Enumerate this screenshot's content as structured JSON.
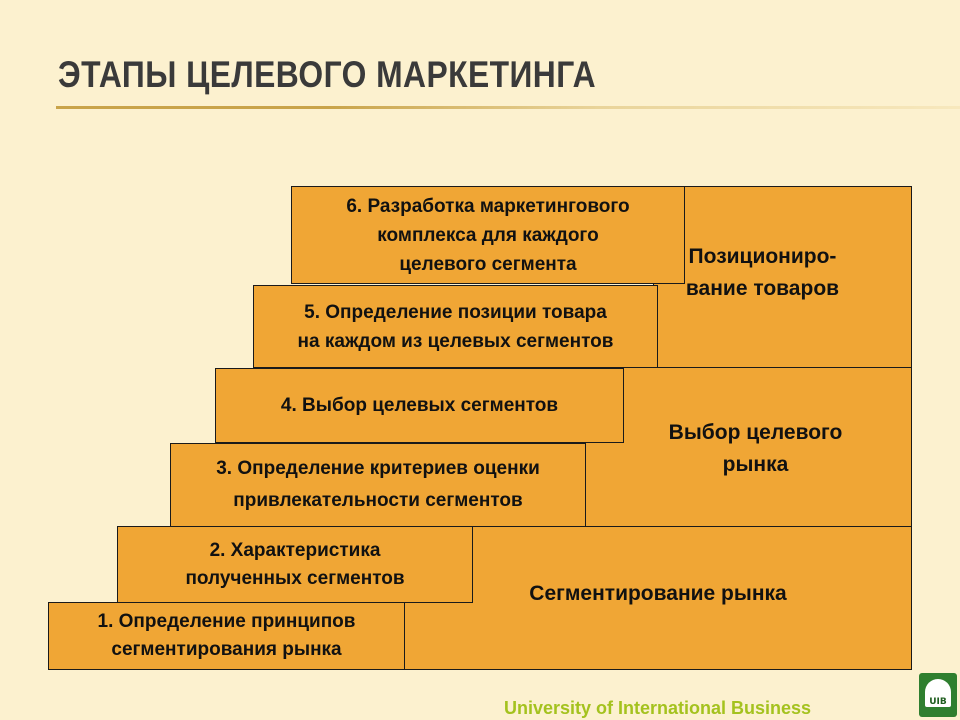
{
  "title": "ЭТАПЫ ЦЕЛЕВОГО МАРКЕТИНГА",
  "groups": {
    "positioning": "Позициониро-\nвание товаров",
    "targeting": "Выбор целевого\nрынка",
    "segmentation": "Сегментирование рынка"
  },
  "steps": {
    "s1": "1. Определение принципов\nсегментирования рынка",
    "s2": "2. Характеристика\nполученных сегментов",
    "s3": "3. Определение критериев оценки\nпривлекательности сегментов",
    "s4": "4. Выбор целевых сегментов",
    "s5": "5. Определение позиции товара\nна каждом из целевых сегментов",
    "s6": "6. Разработка маркетингового\nкомплекса для каждого\nцелевого сегмента"
  },
  "footer": "University of International Business",
  "logo_text": "UIB",
  "colors": {
    "background": "#fcf1cf",
    "box_fill": "#f0a635",
    "footer_text": "#a4c21e",
    "logo": "#2f7f2f"
  }
}
